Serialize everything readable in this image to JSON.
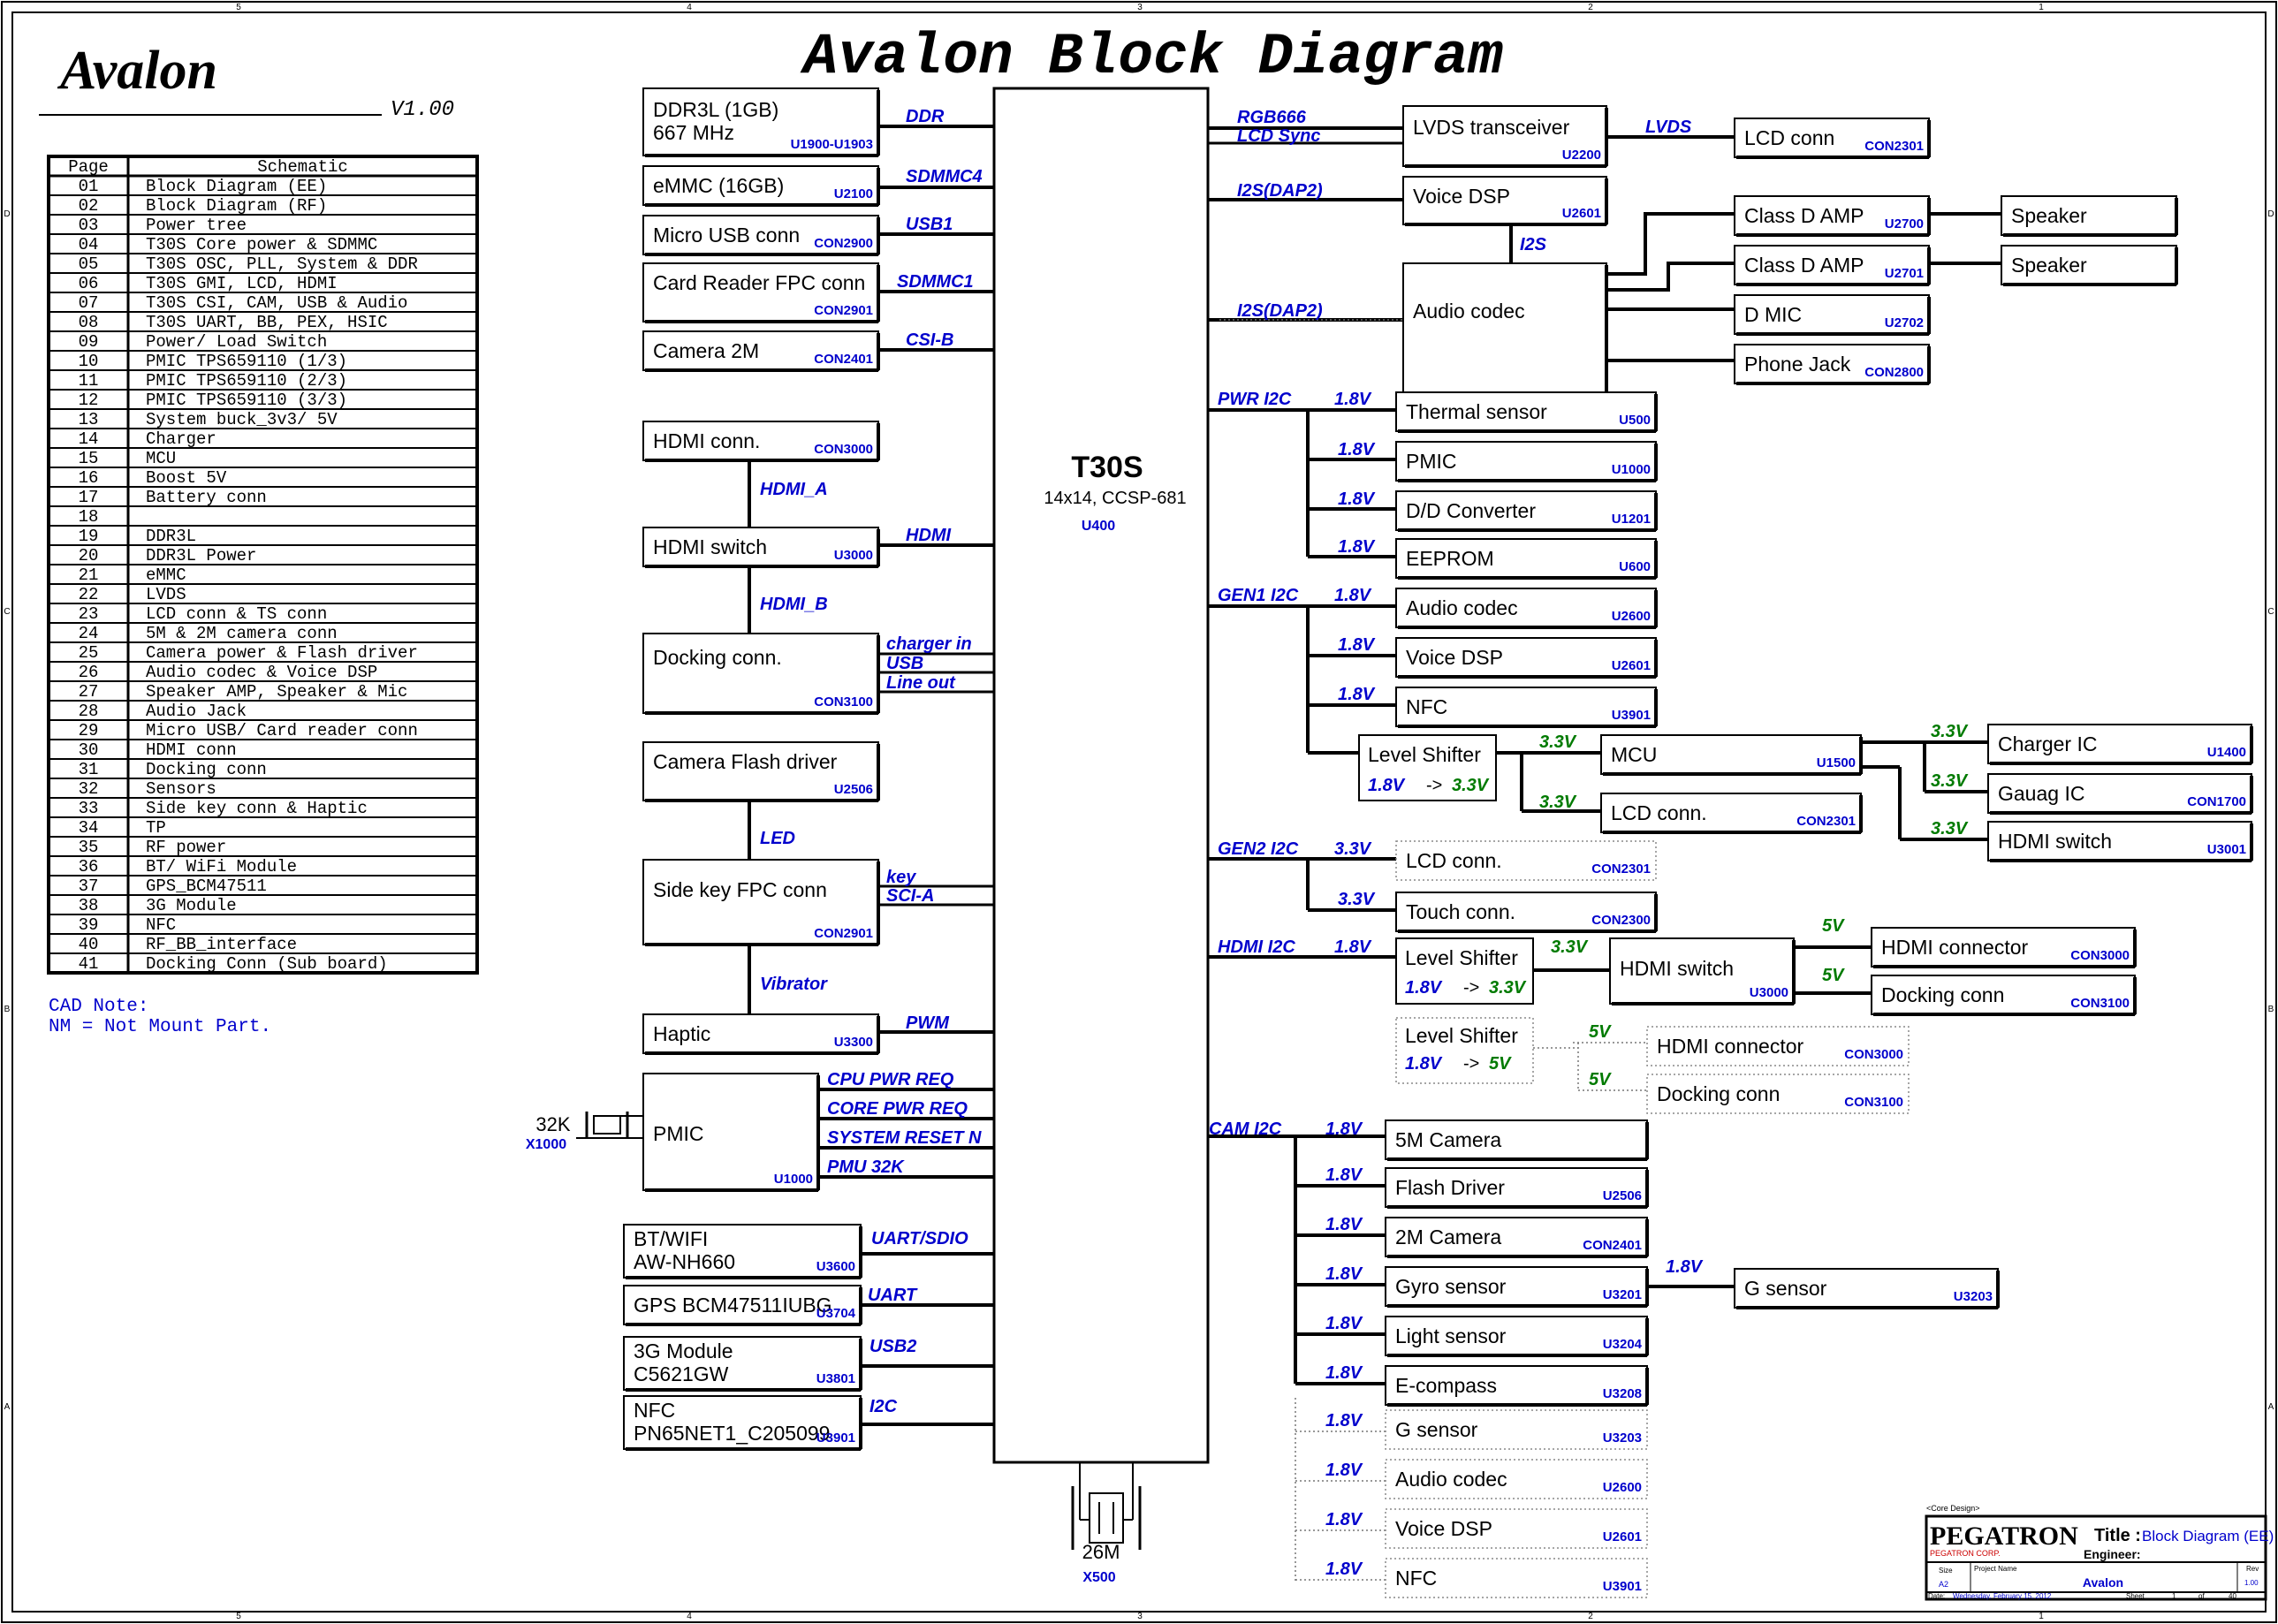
{
  "header": {
    "project": "Avalon",
    "version": "V1.00",
    "title": "Avalon Block Diagram"
  },
  "toc": {
    "headers": [
      "Page",
      "Schematic"
    ],
    "rows": [
      [
        "01",
        "Block Diagram (EE)"
      ],
      [
        "02",
        "Block Diagram (RF)"
      ],
      [
        "03",
        "Power tree"
      ],
      [
        "04",
        "T30S Core power & SDMMC"
      ],
      [
        "05",
        "T30S OSC, PLL, System & DDR"
      ],
      [
        "06",
        "T30S GMI, LCD, HDMI"
      ],
      [
        "07",
        "T30S CSI, CAM, USB & Audio"
      ],
      [
        "08",
        "T30S UART, BB, PEX, HSIC"
      ],
      [
        "09",
        "Power/ Load Switch"
      ],
      [
        "10",
        "PMIC TPS659110 (1/3)"
      ],
      [
        "11",
        "PMIC TPS659110 (2/3)"
      ],
      [
        "12",
        "PMIC TPS659110 (3/3)"
      ],
      [
        "13",
        "System buck_3v3/ 5V"
      ],
      [
        "14",
        "Charger"
      ],
      [
        "15",
        "MCU"
      ],
      [
        "16",
        "Boost 5V"
      ],
      [
        "17",
        "Battery conn"
      ],
      [
        "18",
        ""
      ],
      [
        "19",
        "DDR3L"
      ],
      [
        "20",
        "DDR3L Power"
      ],
      [
        "21",
        "eMMC"
      ],
      [
        "22",
        "LVDS"
      ],
      [
        "23",
        "LCD conn & TS conn"
      ],
      [
        "24",
        "5M & 2M camera conn"
      ],
      [
        "25",
        "Camera power & Flash driver"
      ],
      [
        "26",
        "Audio codec & Voice DSP"
      ],
      [
        "27",
        "Speaker AMP, Speaker & Mic"
      ],
      [
        "28",
        "Audio Jack"
      ],
      [
        "29",
        "Micro USB/ Card reader conn"
      ],
      [
        "30",
        "HDMI conn"
      ],
      [
        "31",
        "Docking conn"
      ],
      [
        "32",
        "Sensors"
      ],
      [
        "33",
        "Side key conn & Haptic"
      ],
      [
        "34",
        "TP"
      ],
      [
        "35",
        "RF power"
      ],
      [
        "36",
        "BT/ WiFi Module"
      ],
      [
        "37",
        "GPS_BCM47511"
      ],
      [
        "38",
        "3G Module"
      ],
      [
        "39",
        "NFC"
      ],
      [
        "40",
        "RF_BB_interface"
      ],
      [
        "41",
        "Docking Conn (Sub board)"
      ]
    ]
  },
  "cad_note": {
    "line1": "CAD Note:",
    "line2": "NM = Not Mount Part."
  },
  "soc": {
    "name": "T30S",
    "package": "14x14, CCSP-681",
    "ref": "U400"
  },
  "crystal_26m": {
    "freq": "26M",
    "ref": "X500"
  },
  "crystal_32k": {
    "freq": "32K",
    "ref": "X1000"
  },
  "left_blocks": [
    {
      "id": "ddr",
      "lines": [
        "DDR3L (1GB)",
        "667 MHz"
      ],
      "ref": "U1900-U1903",
      "signals": [
        "DDR"
      ]
    },
    {
      "id": "emmc",
      "lines": [
        "eMMC (16GB)"
      ],
      "ref": "U2100",
      "signals": [
        "SDMMC4"
      ]
    },
    {
      "id": "usb",
      "lines": [
        "Micro USB conn"
      ],
      "ref": "CON2900",
      "signals": [
        "USB1"
      ]
    },
    {
      "id": "card",
      "lines": [
        "Card Reader FPC conn"
      ],
      "ref": "CON2901",
      "signals": [
        "SDMMC1"
      ]
    },
    {
      "id": "cam2m",
      "lines": [
        "Camera 2M"
      ],
      "ref": "CON2401",
      "signals": [
        "CSI-B"
      ]
    },
    {
      "id": "hdmiconn",
      "lines": [
        "HDMI conn."
      ],
      "ref": "CON3000",
      "signals": []
    },
    {
      "id": "hdmisw",
      "lines": [
        "HDMI switch"
      ],
      "ref": "U3000",
      "signals": [
        "HDMI"
      ]
    },
    {
      "id": "dock",
      "lines": [
        "Docking conn."
      ],
      "ref": "CON3100",
      "signals": [
        "charger in",
        "USB",
        "Line out"
      ]
    },
    {
      "id": "flash",
      "lines": [
        "Camera Flash driver"
      ],
      "ref": "U2506",
      "signals": []
    },
    {
      "id": "sidekey",
      "lines": [
        "Side key FPC conn"
      ],
      "ref": "CON2901",
      "signals": [
        "key",
        "SCI-A"
      ]
    },
    {
      "id": "haptic",
      "lines": [
        "Haptic"
      ],
      "ref": "U3300",
      "signals": [
        "PWM"
      ]
    },
    {
      "id": "pmic",
      "lines": [
        "PMIC"
      ],
      "ref": "U1000",
      "signals": [
        "CPU PWR REQ",
        "CORE PWR REQ",
        "SYSTEM RESET N",
        "PMU 32K"
      ]
    },
    {
      "id": "btwifi",
      "lines": [
        "BT/WIFI",
        "AW-NH660"
      ],
      "ref": "U3600",
      "signals": [
        "UART/SDIO"
      ]
    },
    {
      "id": "gps",
      "lines": [
        "GPS BCM47511IUBG"
      ],
      "ref": "U3704",
      "signals": [
        "UART"
      ]
    },
    {
      "id": "3g",
      "lines": [
        "3G Module",
        "C5621GW"
      ],
      "ref": "U3801",
      "signals": [
        "USB2"
      ]
    },
    {
      "id": "nfc",
      "lines": [
        "NFC",
        "PN65NET1_C205099"
      ],
      "ref": "U3901",
      "signals": [
        "I2C"
      ]
    }
  ],
  "left_links": [
    "HDMI_A",
    "HDMI_B",
    "LED",
    "Vibrator"
  ],
  "right_blocks": [
    {
      "lines": [
        "LVDS transceiver"
      ],
      "ref": "U2200"
    },
    {
      "lines": [
        "LCD conn"
      ],
      "ref": "CON2301"
    },
    {
      "lines": [
        "Voice DSP"
      ],
      "ref": "U2601"
    },
    {
      "lines": [
        "Audio codec"
      ],
      "ref": "U2600"
    },
    {
      "lines": [
        "Class D AMP"
      ],
      "ref": "U2700"
    },
    {
      "lines": [
        "Class D AMP"
      ],
      "ref": "U2701"
    },
    {
      "lines": [
        "D MIC"
      ],
      "ref": "U2702"
    },
    {
      "lines": [
        "Phone Jack"
      ],
      "ref": "CON2800"
    },
    {
      "lines": [
        "Speaker"
      ],
      "ref": ""
    },
    {
      "lines": [
        "Speaker"
      ],
      "ref": ""
    },
    {
      "lines": [
        "Thermal sensor"
      ],
      "ref": "U500"
    },
    {
      "lines": [
        "PMIC"
      ],
      "ref": "U1000"
    },
    {
      "lines": [
        "D/D Converter"
      ],
      "ref": "U1201"
    },
    {
      "lines": [
        "EEPROM"
      ],
      "ref": "U600"
    },
    {
      "lines": [
        "Audio codec"
      ],
      "ref": "U2600"
    },
    {
      "lines": [
        "Voice DSP"
      ],
      "ref": "U2601"
    },
    {
      "lines": [
        "NFC"
      ],
      "ref": "U3901"
    },
    {
      "lines": [
        "Level Shifter"
      ],
      "ref": "",
      "sub": [
        "1.8V",
        "->",
        "3.3V"
      ]
    },
    {
      "lines": [
        "MCU"
      ],
      "ref": "U1500"
    },
    {
      "lines": [
        "LCD conn."
      ],
      "ref": "CON2301"
    },
    {
      "lines": [
        "Charger IC"
      ],
      "ref": "U1400"
    },
    {
      "lines": [
        "Gauag IC"
      ],
      "ref": "CON1700"
    },
    {
      "lines": [
        "HDMI switch"
      ],
      "ref": "U3001"
    },
    {
      "lines": [
        "LCD conn."
      ],
      "ref": "CON2301"
    },
    {
      "lines": [
        "Touch conn."
      ],
      "ref": "CON2300"
    },
    {
      "lines": [
        "Level Shifter"
      ],
      "ref": "",
      "sub": [
        "1.8V",
        "->",
        "3.3V"
      ]
    },
    {
      "lines": [
        "HDMI switch"
      ],
      "ref": "U3000"
    },
    {
      "lines": [
        "HDMI connector"
      ],
      "ref": "CON3000"
    },
    {
      "lines": [
        "Docking conn"
      ],
      "ref": "CON3100"
    },
    {
      "lines": [
        "Level Shifter"
      ],
      "ref": "",
      "sub": [
        "1.8V",
        "->",
        "5V"
      ]
    },
    {
      "lines": [
        "HDMI connector"
      ],
      "ref": "CON3000"
    },
    {
      "lines": [
        "Docking conn"
      ],
      "ref": "CON3100"
    },
    {
      "lines": [
        "5M Camera"
      ],
      "ref": ""
    },
    {
      "lines": [
        "Flash Driver"
      ],
      "ref": "U2506"
    },
    {
      "lines": [
        "2M Camera"
      ],
      "ref": "CON2401"
    },
    {
      "lines": [
        "Gyro sensor"
      ],
      "ref": "U3201"
    },
    {
      "lines": [
        "Light sensor"
      ],
      "ref": "U3204"
    },
    {
      "lines": [
        "E-compass"
      ],
      "ref": "U3208"
    },
    {
      "lines": [
        "G sensor"
      ],
      "ref": "U3203"
    },
    {
      "lines": [
        "Audio codec"
      ],
      "ref": "U2600"
    },
    {
      "lines": [
        "Voice DSP"
      ],
      "ref": "U2601"
    },
    {
      "lines": [
        "NFC"
      ],
      "ref": "U3901"
    },
    {
      "lines": [
        "G sensor"
      ],
      "ref": "U3203"
    }
  ],
  "bus_labels": [
    "RGB666",
    "LCD Sync",
    "LVDS",
    "I2S(DAP2)",
    "I2S",
    "I2S(DAP2)",
    "PWR I2C",
    "GEN1 I2C",
    "GEN2 I2C",
    "HDMI I2C",
    "CAM I2C"
  ],
  "voltages": [
    "1.8V",
    "3.3V",
    "5V"
  ],
  "title_block": {
    "core_design": "<Core Design>",
    "brand": "PEGATRON",
    "corp": "PEGATRON CORP.",
    "title_label": "Title :",
    "title_value": "Block Diagram (EE)",
    "engineer_label": "Engineer:",
    "size_label": "Size",
    "size_value": "A2",
    "project_label": "Project Name",
    "project_value": "Avalon",
    "rev_label": "Rev",
    "rev_value": "1.00",
    "date_label": "Date:",
    "date_value": "Wednesday, February 15, 2012",
    "sheet_label": "Sheet",
    "sheet_value": "1",
    "of_label": "of",
    "of_value": "40"
  },
  "frame": {
    "top": [
      "5",
      "4",
      "3",
      "2",
      "1"
    ],
    "side": [
      "D",
      "C",
      "B",
      "A"
    ]
  },
  "colors": {
    "signal": "#0000cc",
    "voltage": "#007a00",
    "line": "#000000"
  }
}
